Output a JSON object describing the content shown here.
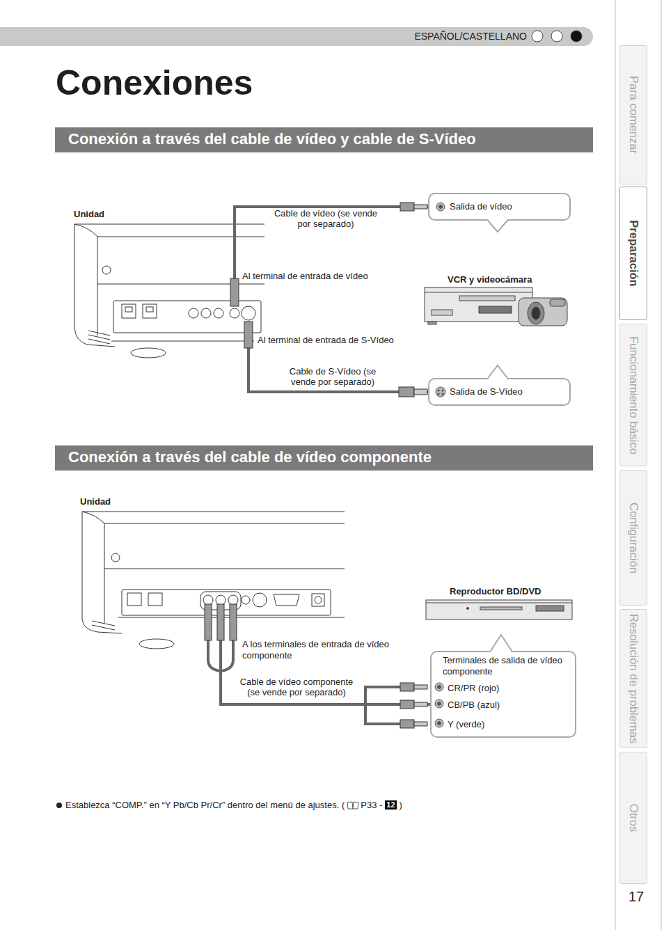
{
  "diagram": {
    "title": "Conexiones",
    "nodes": [
      {
        "text": [
          "ESPAÑOL/CASTELLANO"
        ]
      },
      {
        "text": [
          "Conexión a través del cable de vídeo y cable de S-Vídeo"
        ]
      },
      {
        "text": [
          "Unidad"
        ]
      },
      {
        "text": [
          "Salida de vídeo"
        ]
      },
      {
        "text": [
          "VCR y videocámara"
        ]
      },
      {
        "text": [
          "Salida de S-Vídeo"
        ]
      },
      {
        "text": [
          "Conexión a través del cable de vídeo componente"
        ]
      },
      {
        "text": [
          "Unidad"
        ]
      },
      {
        "text": [
          "Reproductor BD/DVD"
        ]
      },
      {
        "text": [
          "Terminales de salida de vídeo componente",
          "CR/PR (rojo)",
          "CB/PB (azul)",
          "Y (verde)"
        ]
      },
      {
        "text": [
          "Para comenzar"
        ]
      },
      {
        "text": [
          "Preparación"
        ]
      },
      {
        "text": [
          "Funcionamiento básico"
        ]
      },
      {
        "text": [
          "Configuración"
        ]
      },
      {
        "text": [
          "Resolución de problemas"
        ]
      },
      {
        "text": [
          "Otros"
        ]
      }
    ],
    "edges": [
      {
        "from": 2,
        "to": 3,
        "label": "Cable de vídeo (se vende por separado)",
        "arrow": "none"
      },
      {
        "from": 2,
        "to": 5,
        "label": "Cable de S-Vídeo (se vende por separado)",
        "arrow": "none"
      },
      {
        "from": 7,
        "to": 9,
        "label": "Cable de vídeo componente (se vende por separado)",
        "arrow": "none"
      }
    ],
    "labels": [
      "Al terminal de entrada de vídeo",
      "Al terminal de entrada de S-Vídeo",
      "A los terminales de entrada de vídeo componente",
      "Establezca “COMP.” en “Y Pb/Cb Pr/Cr” dentro del menú de ajustes. (",
      "P33 -",
      "12",
      ")",
      "17"
    ]
  }
}
